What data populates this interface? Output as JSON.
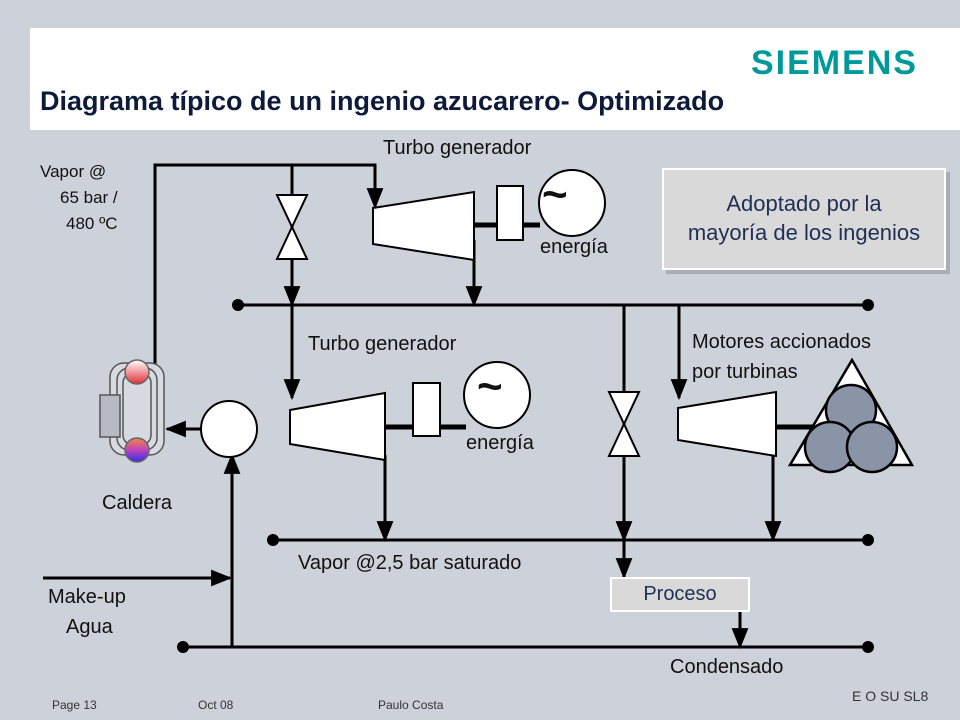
{
  "header": {
    "logo": "SIEMENS",
    "title": "Diagrama típico de un ingenio azucarero- Optimizado"
  },
  "labels": {
    "vapor_hp_line1": "Vapor  @",
    "vapor_hp_line2": "65 bar /",
    "vapor_hp_line3": "480 ºC",
    "turbo_gen_1": "Turbo generador",
    "turbo_gen_2": "Turbo generador",
    "energy_1": "energía",
    "energy_2": "energía",
    "generator_symbol_1": "~",
    "generator_symbol_2": "~",
    "motors_line1": "Motores accionados",
    "motors_line2": "por turbinas",
    "boiler": "Caldera",
    "vapor_lp": "Vapor @2,5 bar saturado",
    "process": "Proceso",
    "makeup_line1": "Make-up",
    "makeup_line2": "Agua",
    "condensate": "Condensado"
  },
  "note": "Adoptado por la mayoría de los ingenios",
  "footer": {
    "page": "Page 13",
    "date": "Oct 08",
    "author": "Paulo Costa",
    "code": "E O SU SL8"
  },
  "colors": {
    "brand": "#009999",
    "title": "#0d1a3a",
    "background": "#cdd1d9",
    "note_text": "#1f2f55"
  }
}
